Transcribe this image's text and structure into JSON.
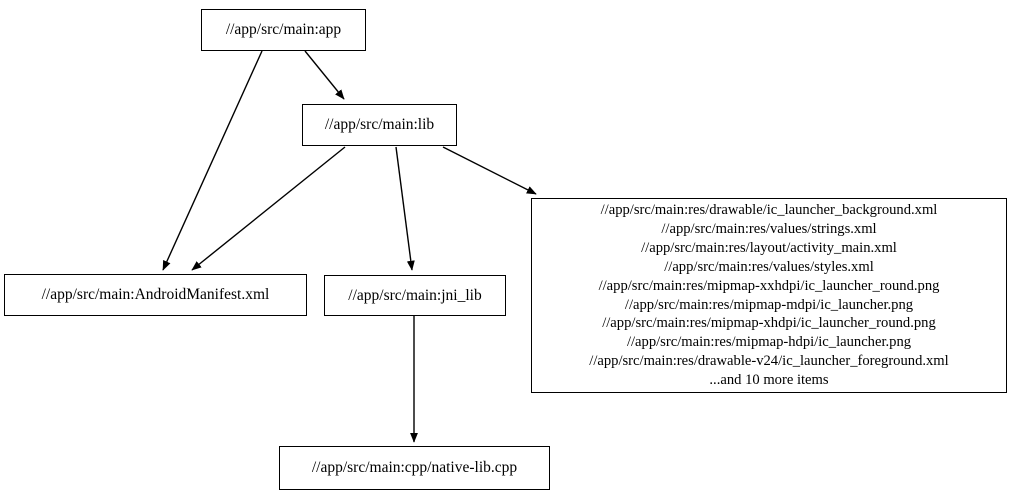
{
  "graph": {
    "type": "directed-dependency-graph",
    "background_color": "#ffffff",
    "stroke_color": "#000000",
    "text_color": "#000000",
    "nodes": [
      {
        "id": "app",
        "label": "//app/src/main:app"
      },
      {
        "id": "lib",
        "label": "//app/src/main:lib"
      },
      {
        "id": "manifest",
        "label": "//app/src/main:AndroidManifest.xml"
      },
      {
        "id": "jnilib",
        "label": "//app/src/main:jni_lib"
      },
      {
        "id": "cpp",
        "label": "//app/src/main:cpp/native-lib.cpp"
      },
      {
        "id": "resfiles",
        "label": "//app/src/main:res/drawable/ic_launcher_background.xml\n//app/src/main:res/values/strings.xml\n//app/src/main:res/layout/activity_main.xml\n//app/src/main:res/values/styles.xml\n//app/src/main:res/mipmap-xxhdpi/ic_launcher_round.png\n//app/src/main:res/mipmap-mdpi/ic_launcher.png\n//app/src/main:res/mipmap-xhdpi/ic_launcher_round.png\n//app/src/main:res/mipmap-hdpi/ic_launcher.png\n//app/src/main:res/drawable-v24/ic_launcher_foreground.xml\n...and 10 more items",
        "lines": [
          "//app/src/main:res/drawable/ic_launcher_background.xml",
          "//app/src/main:res/values/strings.xml",
          "//app/src/main:res/layout/activity_main.xml",
          "//app/src/main:res/values/styles.xml",
          "//app/src/main:res/mipmap-xxhdpi/ic_launcher_round.png",
          "//app/src/main:res/mipmap-mdpi/ic_launcher.png",
          "//app/src/main:res/mipmap-xhdpi/ic_launcher_round.png",
          "//app/src/main:res/mipmap-hdpi/ic_launcher.png",
          "//app/src/main:res/drawable-v24/ic_launcher_foreground.xml",
          "...and 10 more items"
        ],
        "overflow_note": "...and 10 more items",
        "overflow_count": 10
      }
    ],
    "edges": [
      {
        "from": "app",
        "to": "manifest"
      },
      {
        "from": "app",
        "to": "lib"
      },
      {
        "from": "lib",
        "to": "manifest"
      },
      {
        "from": "lib",
        "to": "jnilib"
      },
      {
        "from": "lib",
        "to": "resfiles"
      },
      {
        "from": "jnilib",
        "to": "cpp"
      }
    ]
  }
}
